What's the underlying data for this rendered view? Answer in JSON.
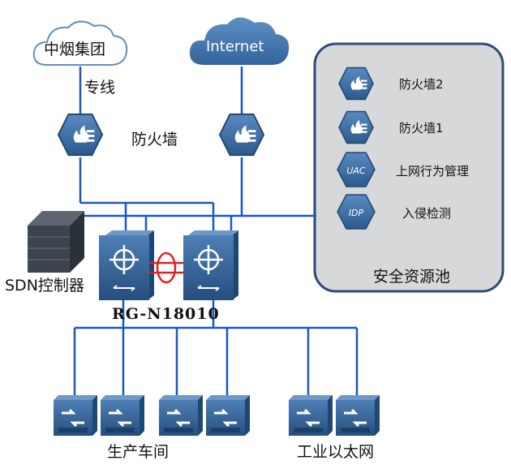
{
  "clouds": [
    {
      "name": "cloud-zhongyan",
      "label": "中烟集团"
    },
    {
      "name": "cloud-internet",
      "label": "Internet"
    }
  ],
  "labels": {
    "dedicated_line": "专线",
    "firewall": "防火墙",
    "sdn_controller": "SDN控制器",
    "core_switch_model": "RG-N18010",
    "production_workshop": "生产车间",
    "industrial_ethernet": "工业以太网"
  },
  "security_pool": {
    "title": "安全资源池",
    "items": [
      {
        "label": "防火墙2",
        "icon": "firewall-icon"
      },
      {
        "label": "防火墙1",
        "icon": "firewall-icon"
      },
      {
        "label": "上网行为管理",
        "icon": "uac-icon",
        "badge": "UAC"
      },
      {
        "label": "入侵检测",
        "icon": "idp-icon",
        "badge": "IDP"
      }
    ]
  },
  "colors": {
    "line": "#1b57c4",
    "device_dark": "#27507c",
    "device_mid": "#3c6a9e",
    "pool_bg": "#d7d8da",
    "pool_border": "#2d4a78",
    "ring": "#e02020"
  }
}
